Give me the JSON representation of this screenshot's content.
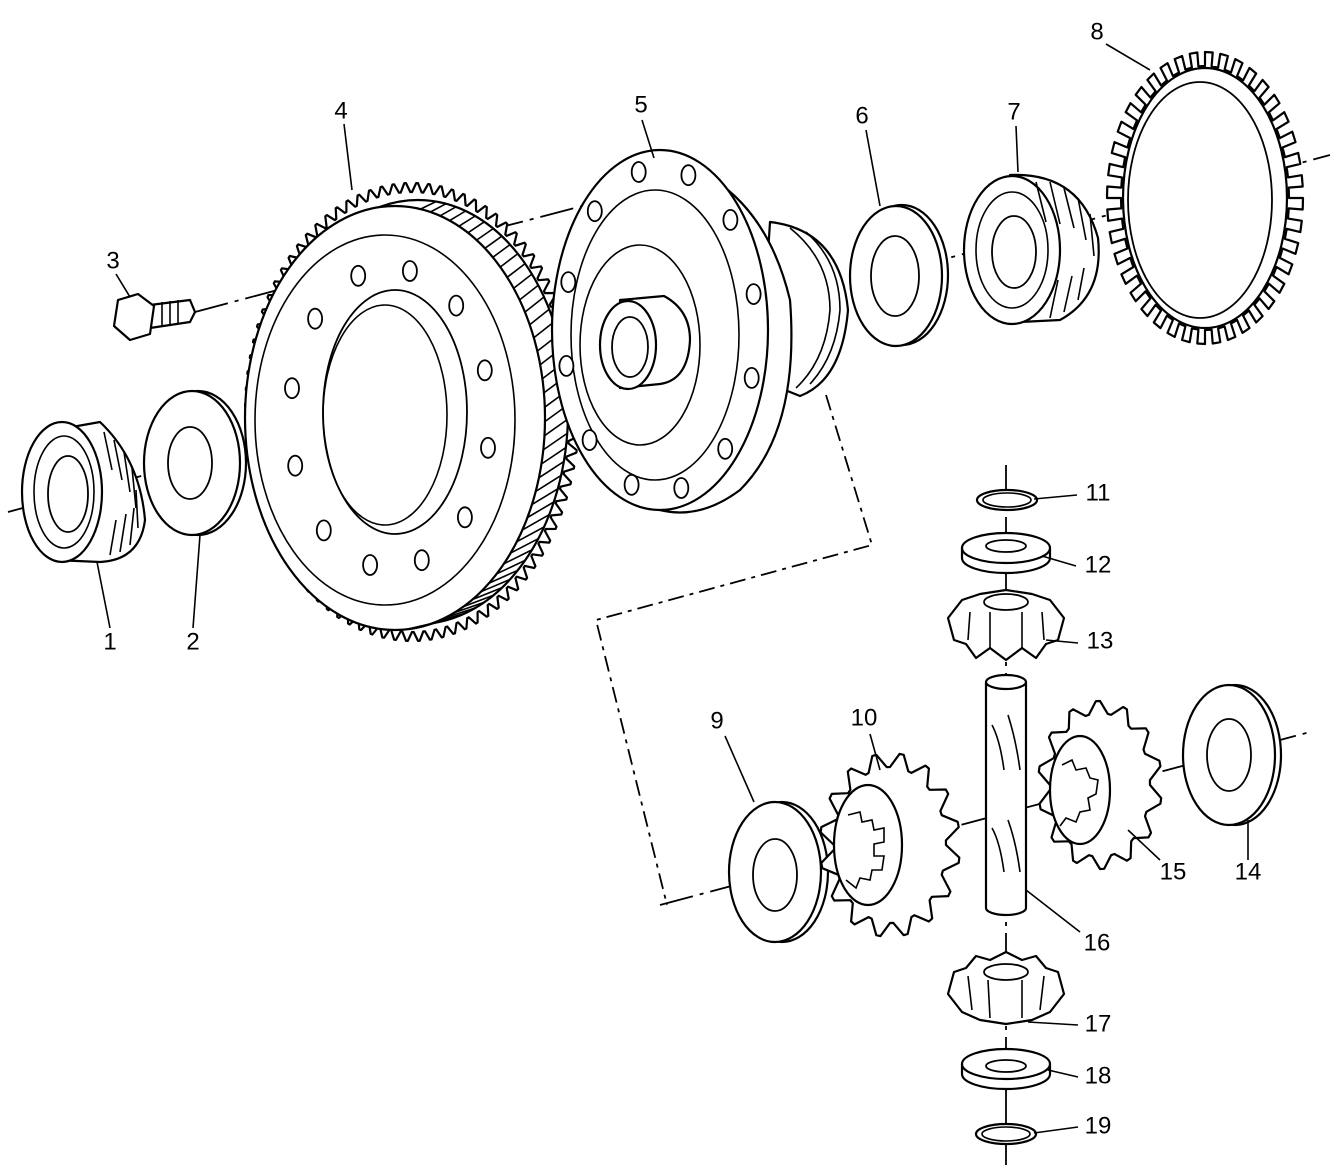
{
  "callouts": [
    {
      "id": 1,
      "text": "1"
    },
    {
      "id": 2,
      "text": "2"
    },
    {
      "id": 3,
      "text": "3"
    },
    {
      "id": 4,
      "text": "4"
    },
    {
      "id": 5,
      "text": "5"
    },
    {
      "id": 6,
      "text": "6"
    },
    {
      "id": 7,
      "text": "7"
    },
    {
      "id": 8,
      "text": "8"
    },
    {
      "id": 9,
      "text": "9"
    },
    {
      "id": 10,
      "text": "10"
    },
    {
      "id": 11,
      "text": "11"
    },
    {
      "id": 12,
      "text": "12"
    },
    {
      "id": 13,
      "text": "13"
    },
    {
      "id": 14,
      "text": "14"
    },
    {
      "id": 15,
      "text": "15"
    },
    {
      "id": 16,
      "text": "16"
    },
    {
      "id": 17,
      "text": "17"
    },
    {
      "id": 18,
      "text": "18"
    },
    {
      "id": 19,
      "text": "19"
    }
  ],
  "colors": {
    "line": "#000000",
    "background": "#ffffff"
  }
}
